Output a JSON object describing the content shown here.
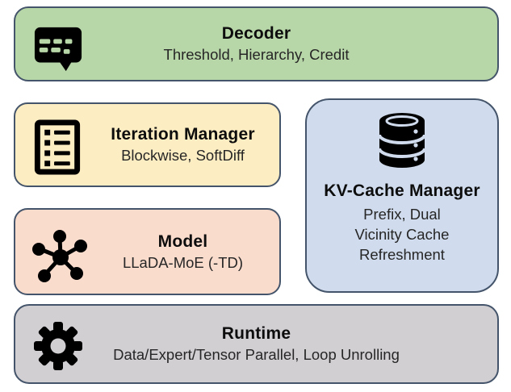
{
  "colors": {
    "background": "#ffffff",
    "box_border": "#44546a",
    "decoder_fill": "#b8d7a8",
    "iteration_manager_fill": "#fdedc2",
    "kv_cache_manager_fill": "#d0dced",
    "model_fill": "#fadccd",
    "runtime_fill": "#d2cfd3",
    "icon_color": "#000000",
    "title_text": "#0d0d0d",
    "subtitle_text": "#262626"
  },
  "boxes": {
    "decoder": {
      "title": "Decoder",
      "subtitle": "Threshold, Hierarchy, Credit",
      "icon": "chat-message-icon"
    },
    "iteration_manager": {
      "title": "Iteration Manager",
      "subtitle": "Blockwise, SoftDiff",
      "icon": "checklist-icon"
    },
    "kv_cache_manager": {
      "title": "KV-Cache Manager",
      "subtitle_lines": [
        "Prefix, Dual",
        "Vicinity Cache",
        "Refreshment"
      ],
      "icon": "database-icon"
    },
    "model": {
      "title": "Model",
      "subtitle": "LLaDA-MoE (-TD)",
      "icon": "network-graph-icon"
    },
    "runtime": {
      "title": "Runtime",
      "subtitle": "Data/Expert/Tensor Parallel, Loop Unrolling",
      "icon": "gear-icon"
    }
  }
}
